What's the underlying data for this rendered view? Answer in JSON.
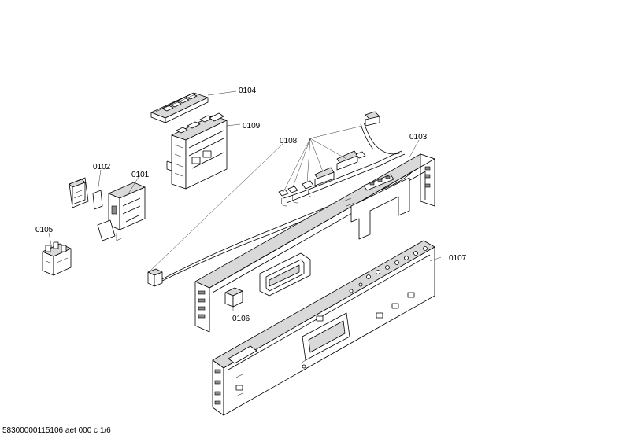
{
  "parts": [
    {
      "id": "p0104",
      "label": "0104"
    },
    {
      "id": "p0109",
      "label": "0109"
    },
    {
      "id": "p0108",
      "label": "0108"
    },
    {
      "id": "p0103",
      "label": "0103"
    },
    {
      "id": "p0102",
      "label": "0102"
    },
    {
      "id": "p0101",
      "label": "0101"
    },
    {
      "id": "p0105",
      "label": "0105"
    },
    {
      "id": "p0106",
      "label": "0106"
    },
    {
      "id": "p0107",
      "label": "0107"
    }
  ],
  "footer": {
    "code": "58300000115106 aet 000 c 1/6"
  }
}
